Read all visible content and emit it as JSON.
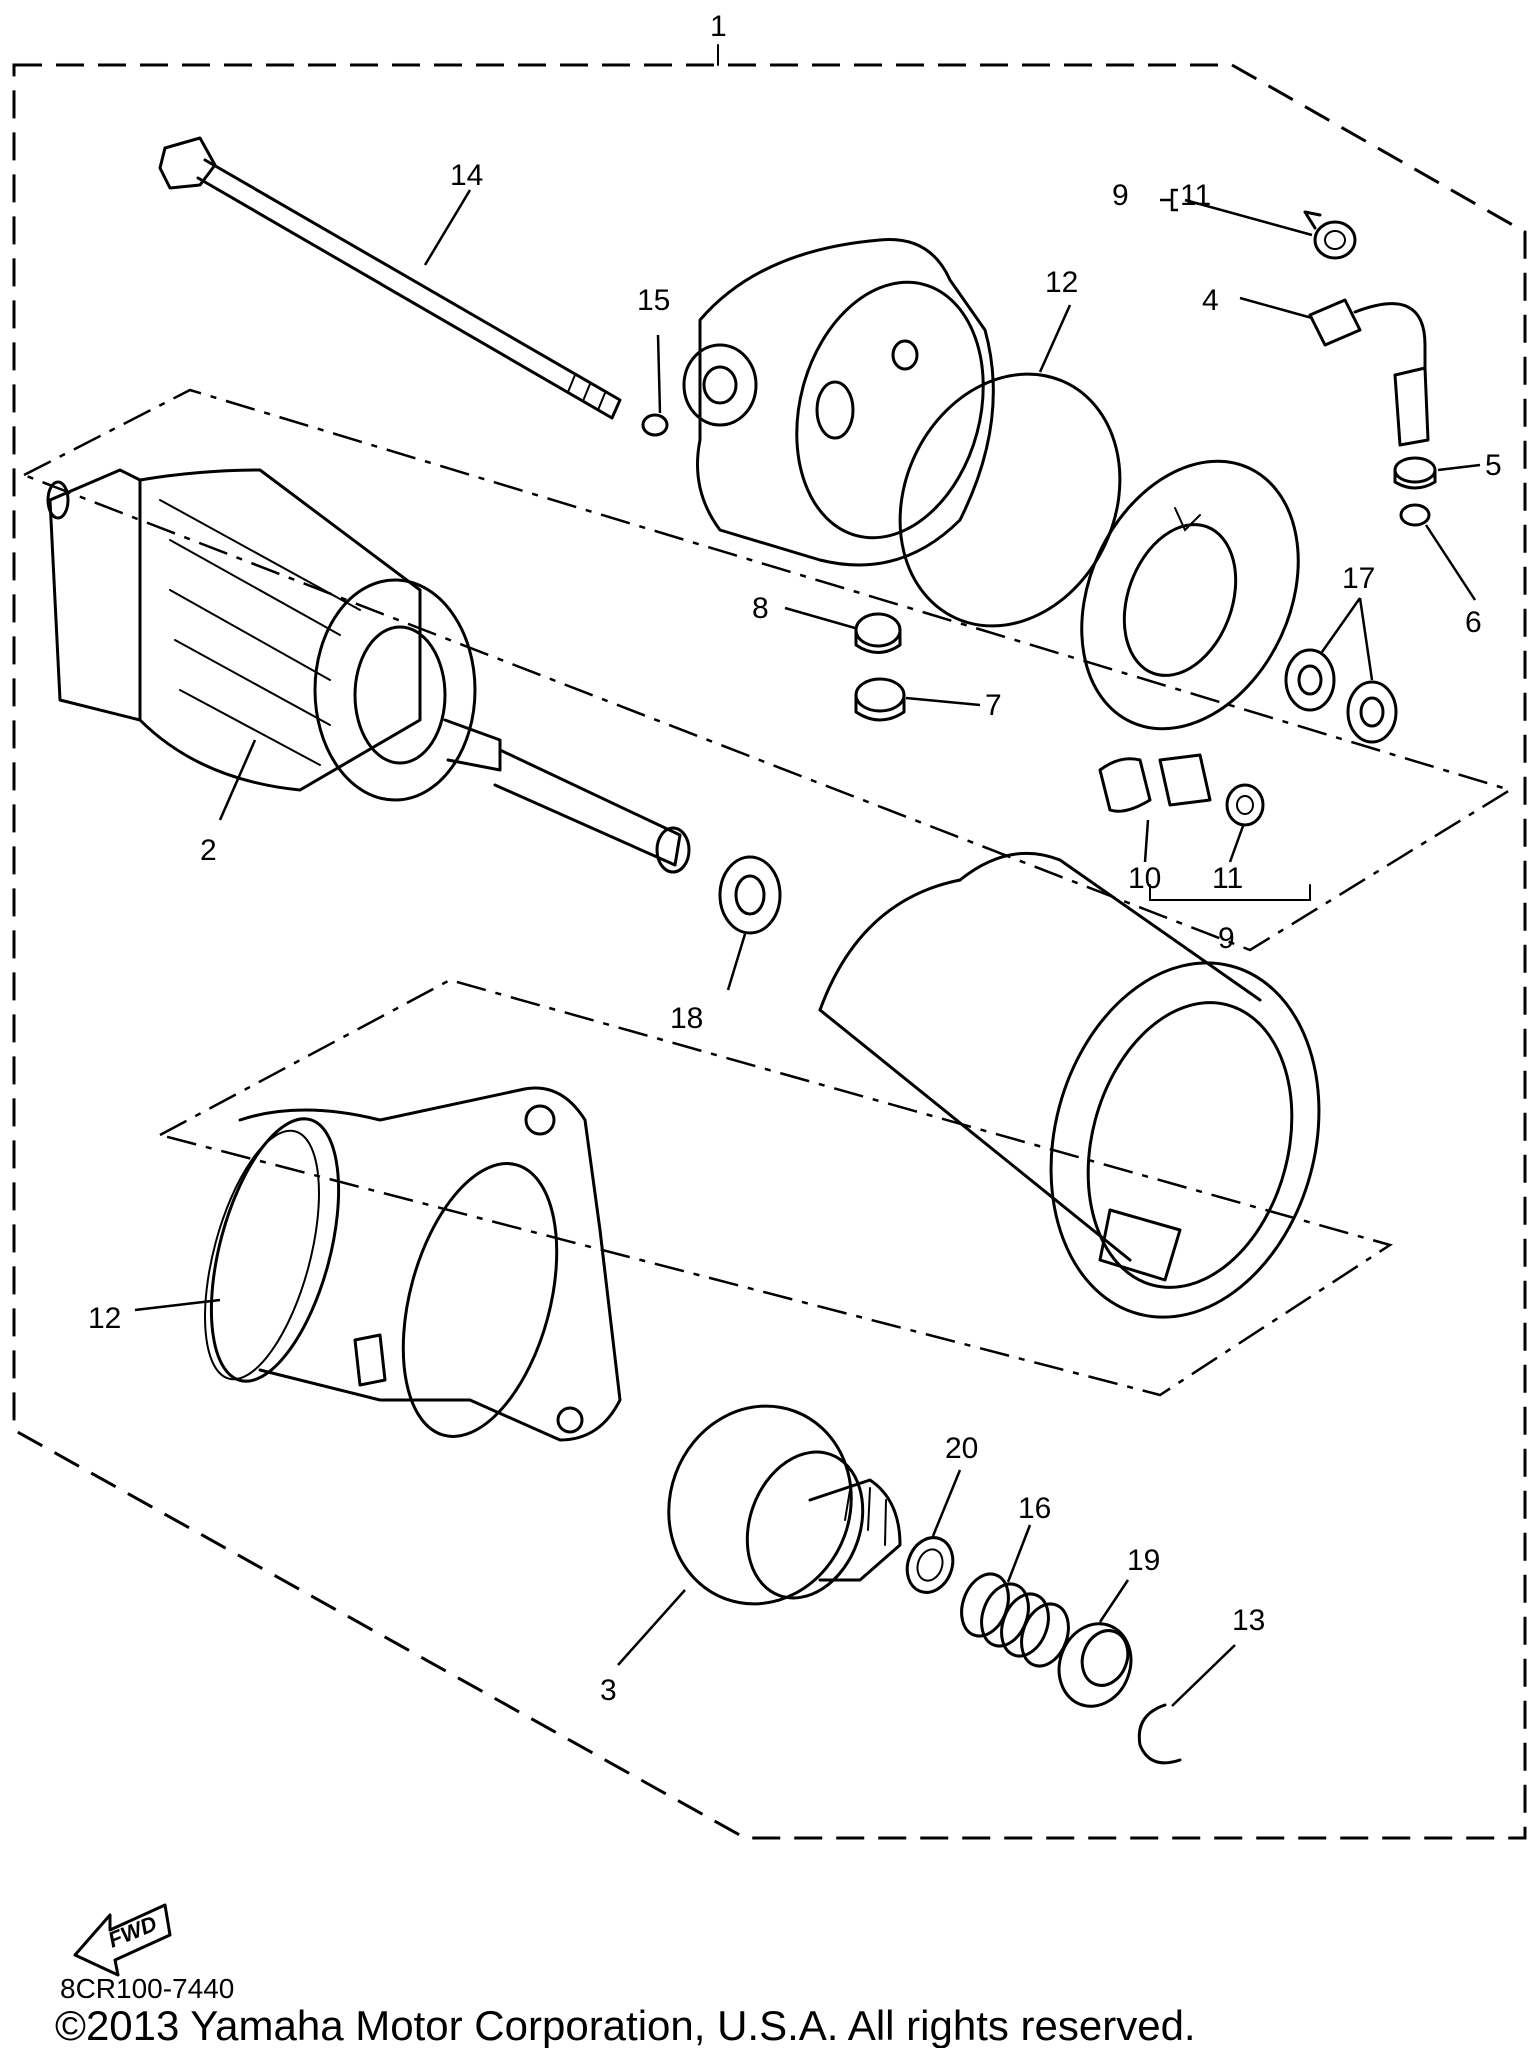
{
  "callouts": {
    "c1": "1",
    "c2": "2",
    "c3": "3",
    "c4": "4",
    "c5": "5",
    "c6": "6",
    "c7": "7",
    "c8": "8",
    "c9a": "9",
    "c9b": "9",
    "c10": "10",
    "c11a": "11",
    "c11b": "11",
    "c12a": "12",
    "c12b": "12",
    "c13": "13",
    "c14": "14",
    "c15": "15",
    "c16": "16",
    "c17": "17",
    "c18": "18",
    "c19": "19",
    "c20": "20"
  },
  "fwd_label": "FWD",
  "diagram_code": "8CR100-7440",
  "copyright": "©2013 Yamaha Motor Corporation, U.S.A. All rights reserved."
}
